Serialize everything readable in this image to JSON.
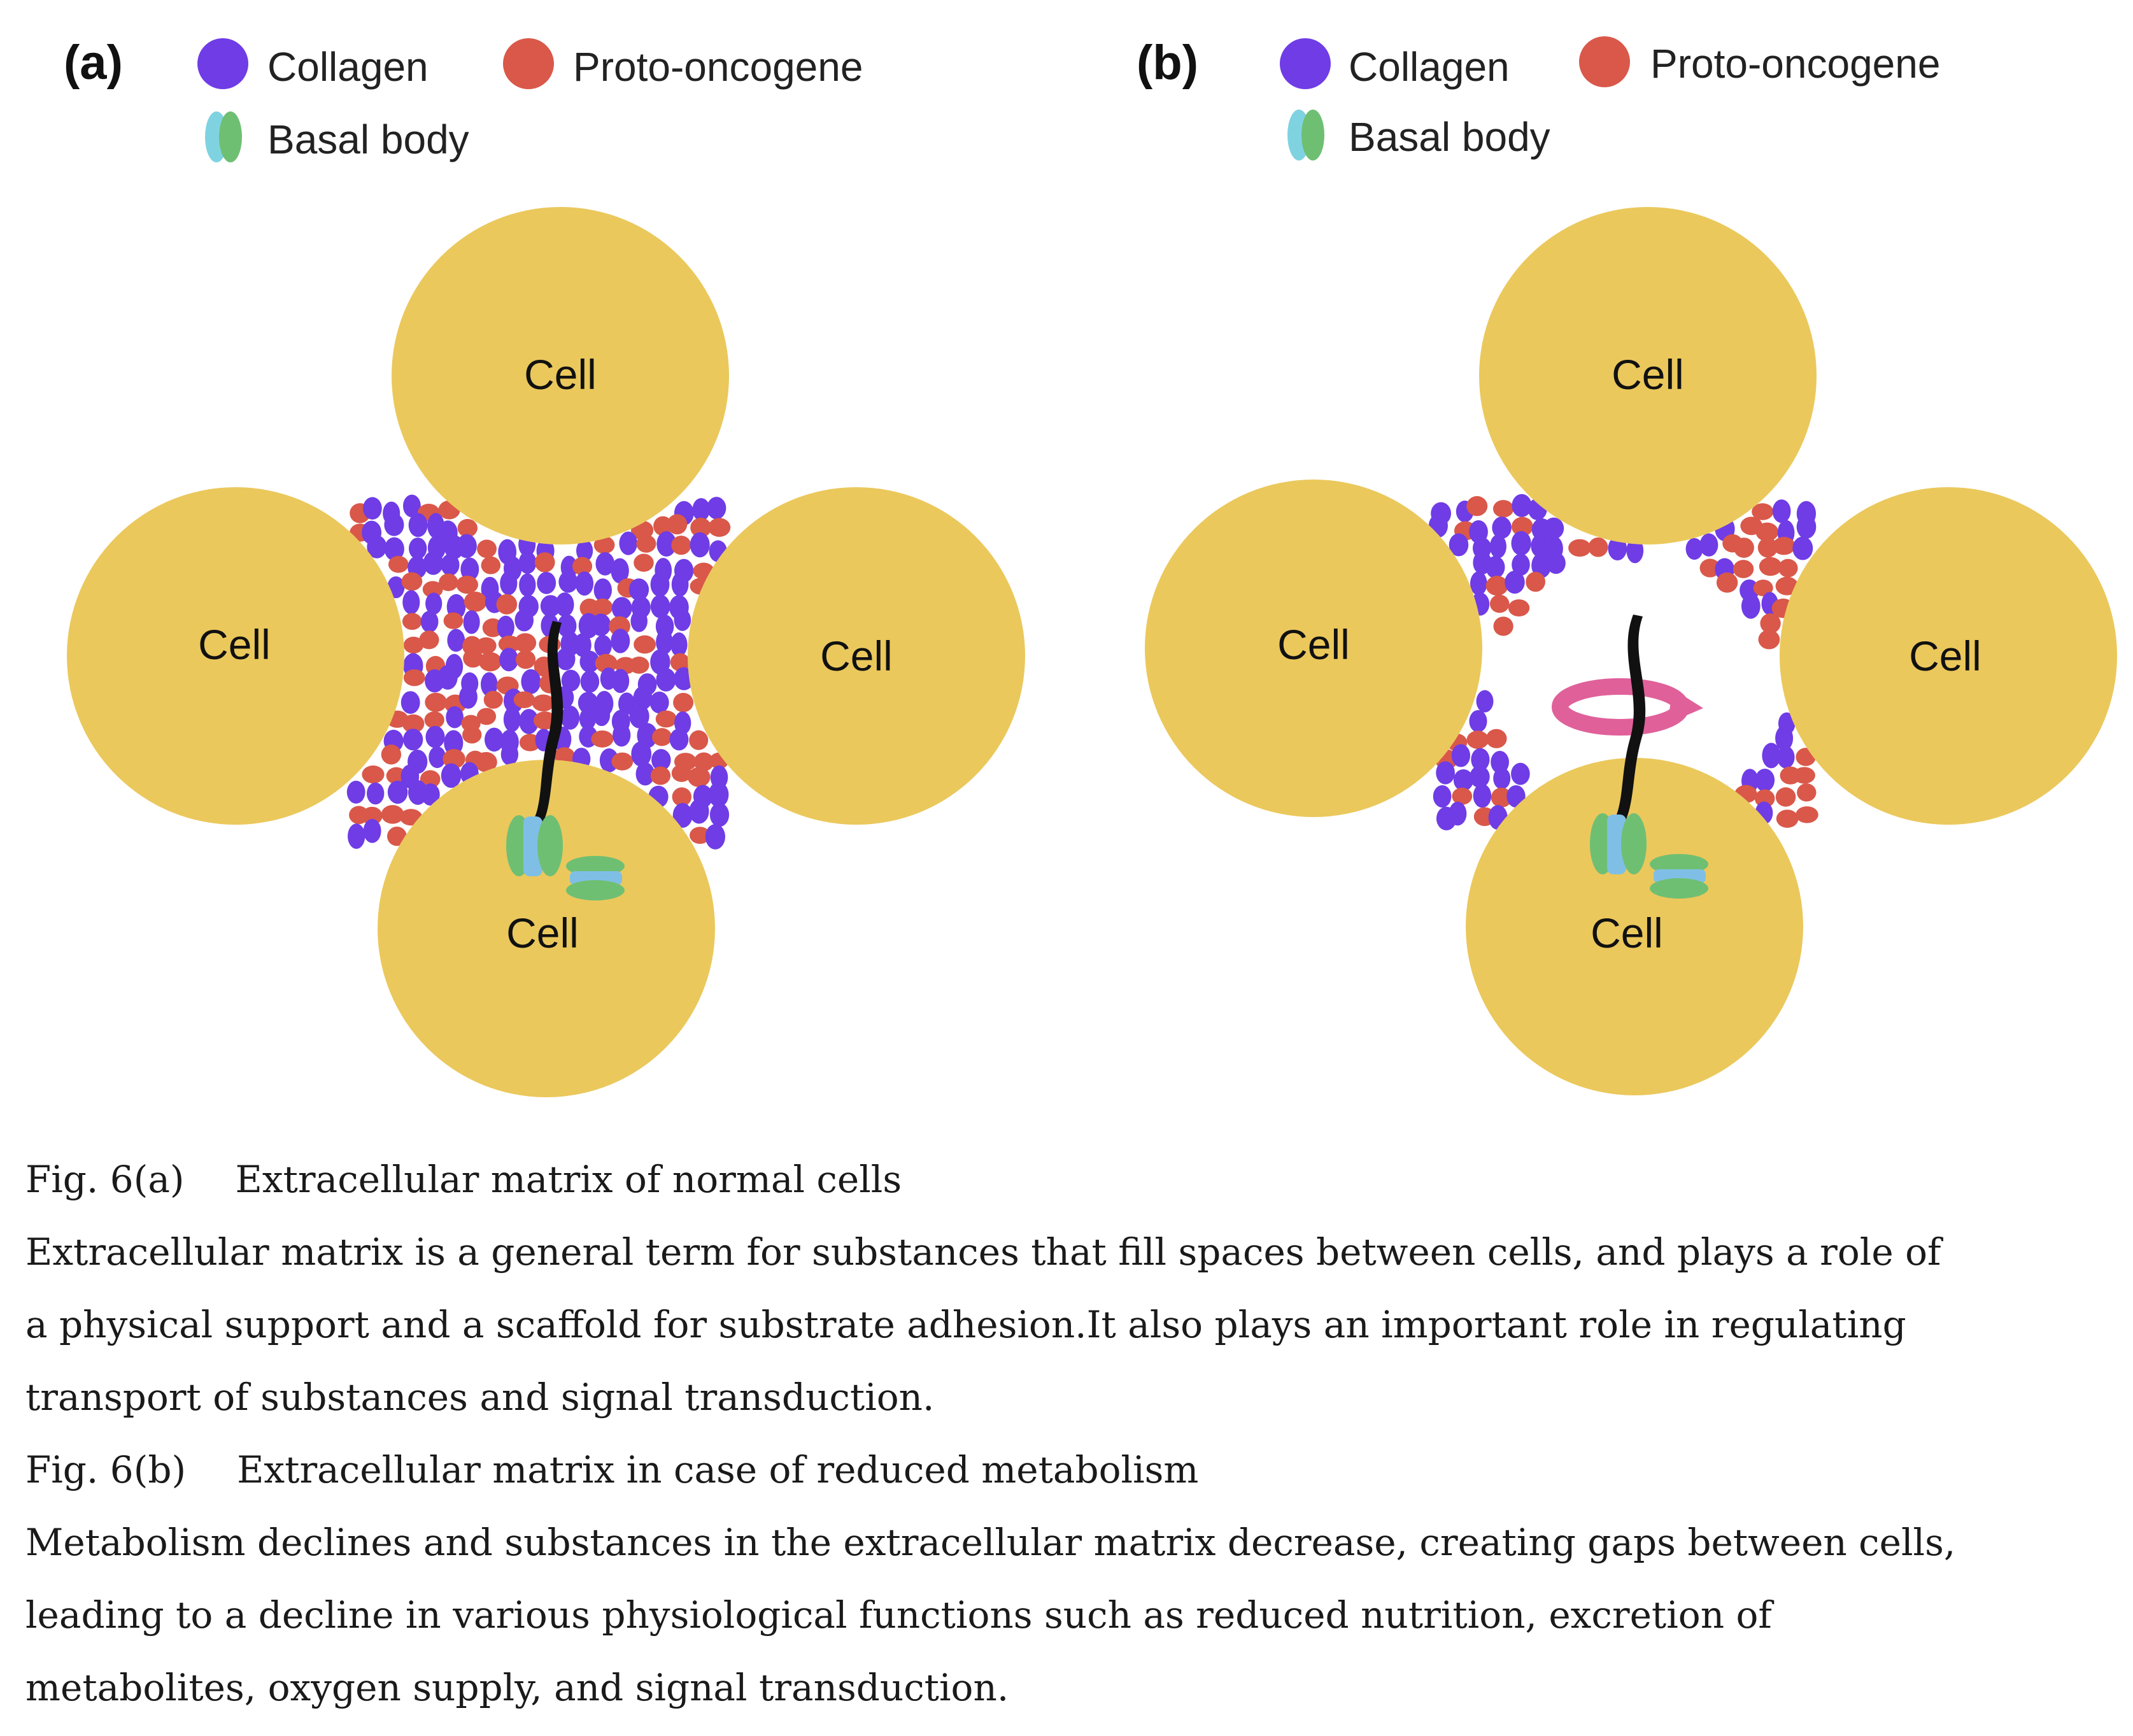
{
  "legend": {
    "collagen": "Collagen",
    "proto_oncogene": "Proto-oncogene",
    "basal_body": "Basal body"
  },
  "colors": {
    "cell": "#ebc85c",
    "collagen": "#6f3ce6",
    "proto_oncogene": "#d9584a",
    "basal_body_green": "#6fbf73",
    "basal_body_cyan": "#7fd3e0",
    "flagellum": "#111111",
    "rotation_arrow": "#e0609a"
  },
  "panels": [
    {
      "label": "(a)",
      "cells": [
        "Cell",
        "Cell",
        "Cell",
        "Cell"
      ]
    },
    {
      "label": "(b)",
      "cells": [
        "Cell",
        "Cell",
        "Cell",
        "Cell"
      ]
    }
  ],
  "caption": {
    "fig_a_label": "Fig. 6(a)",
    "fig_a_title": "Extracellular matrix of normal cells",
    "fig_a_text": [
      "Extracellular matrix is a general term for substances that fill spaces between cells, and plays a role of",
      "a physical support and a scaffold for substrate adhesion.It also plays an important role in regulating",
      "transport of substances and signal transduction."
    ],
    "fig_b_label": "Fig. 6(b)",
    "fig_b_title": "Extracellular matrix in case of reduced metabolism",
    "fig_b_text": [
      "Metabolism declines and substances in the extracellular matrix decrease, creating gaps between cells,",
      "leading to a decline in various physiological functions such as reduced nutrition, excretion of",
      "metabolites, oxygen supply, and signal transduction."
    ]
  }
}
